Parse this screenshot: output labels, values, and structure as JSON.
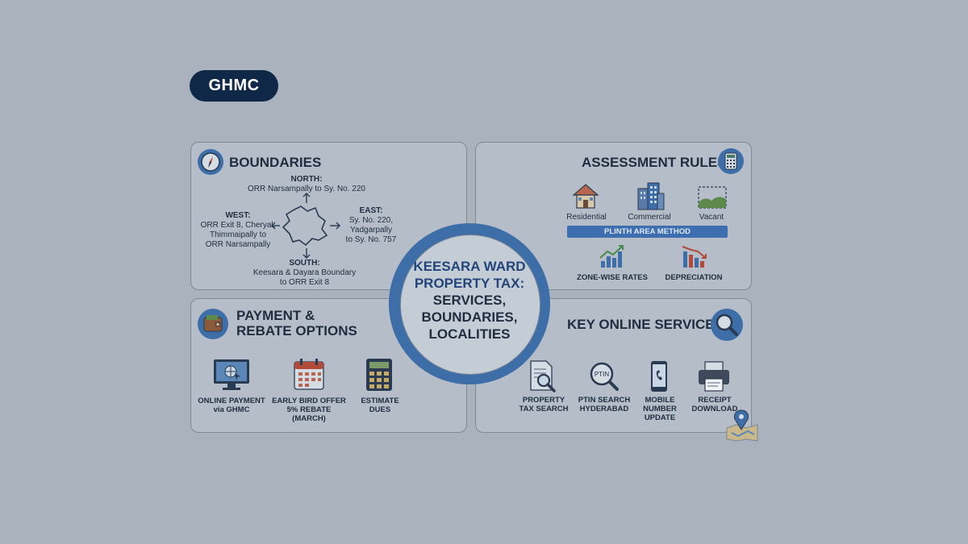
{
  "badge": "GHMC",
  "center": {
    "title_line1": "KEESARA WARD",
    "title_line2": "PROPERTY TAX:",
    "subtitle_line1": "SERVICES,",
    "subtitle_line2": "BOUNDARIES,",
    "subtitle_line3": "LOCALITIES"
  },
  "boundaries": {
    "title": "BOUNDARIES",
    "north": {
      "label": "NORTH:",
      "text": "ORR Narsampally to Sy. No. 220"
    },
    "west": {
      "label": "WEST:",
      "line1": "ORR Exit 8, Cheryal,",
      "line2": "Thimmaipally to",
      "line3": "ORR Narsampally"
    },
    "east": {
      "label": "EAST:",
      "line1": "Sy. No. 220,",
      "line2": "Yadgarpally",
      "line3": "to Sy. No. 757"
    },
    "south": {
      "label": "SOUTH:",
      "line1": "Keesara & Dayara Boundary",
      "line2": "to ORR Exit 8"
    }
  },
  "assessment": {
    "title": "ASSESSMENT RULES",
    "types": [
      "Residential",
      "Commercial",
      "Vacant"
    ],
    "method": "PLINTH AREA METHOD",
    "factors": [
      "ZONE-WISE RATES",
      "DEPRECIATION"
    ]
  },
  "payment": {
    "title_line1": "PAYMENT &",
    "title_line2": "REBATE OPTIONS",
    "items": [
      {
        "line1": "ONLINE PAYMENT",
        "line2": "via GHMC",
        "line3": ""
      },
      {
        "line1": "EARLY BIRD OFFER",
        "line2": "5% REBATE",
        "line3": "(MARCH)"
      },
      {
        "line1": "ESTIMATE",
        "line2": "DUES",
        "line3": ""
      }
    ]
  },
  "services": {
    "title": "KEY ONLINE SERVICES",
    "ptin_icon_text": "PTIN",
    "items": [
      {
        "line1": "PROPERTY",
        "line2": "TAX SEARCH",
        "line3": ""
      },
      {
        "line1": "PTIN SEARCH",
        "line2": "HYDERABAD",
        "line3": ""
      },
      {
        "line1": "MOBILE",
        "line2": "NUMBER",
        "line3": "UPDATE"
      },
      {
        "line1": "RECEIPT",
        "line2": "DOWNLOAD",
        "line3": ""
      }
    ]
  }
}
